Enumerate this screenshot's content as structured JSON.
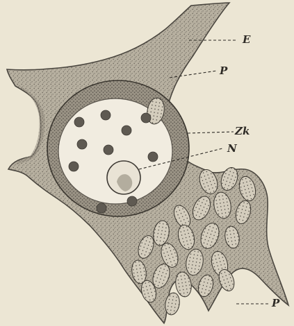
{
  "figure": {
    "colors": {
      "paper": "#ece6d4",
      "ink": "#2e2b26",
      "cytoplasm": "#b7b0a0",
      "cytoplasm_dark": "#8f887a",
      "nucleus": "#f1ece0",
      "chromatin": "#5f5a52",
      "granule_body": "#d4cdbd"
    },
    "labels": {
      "E": "E",
      "P_upper": "P",
      "Zk": "Zk",
      "N": "N",
      "P_lower": "P"
    }
  }
}
